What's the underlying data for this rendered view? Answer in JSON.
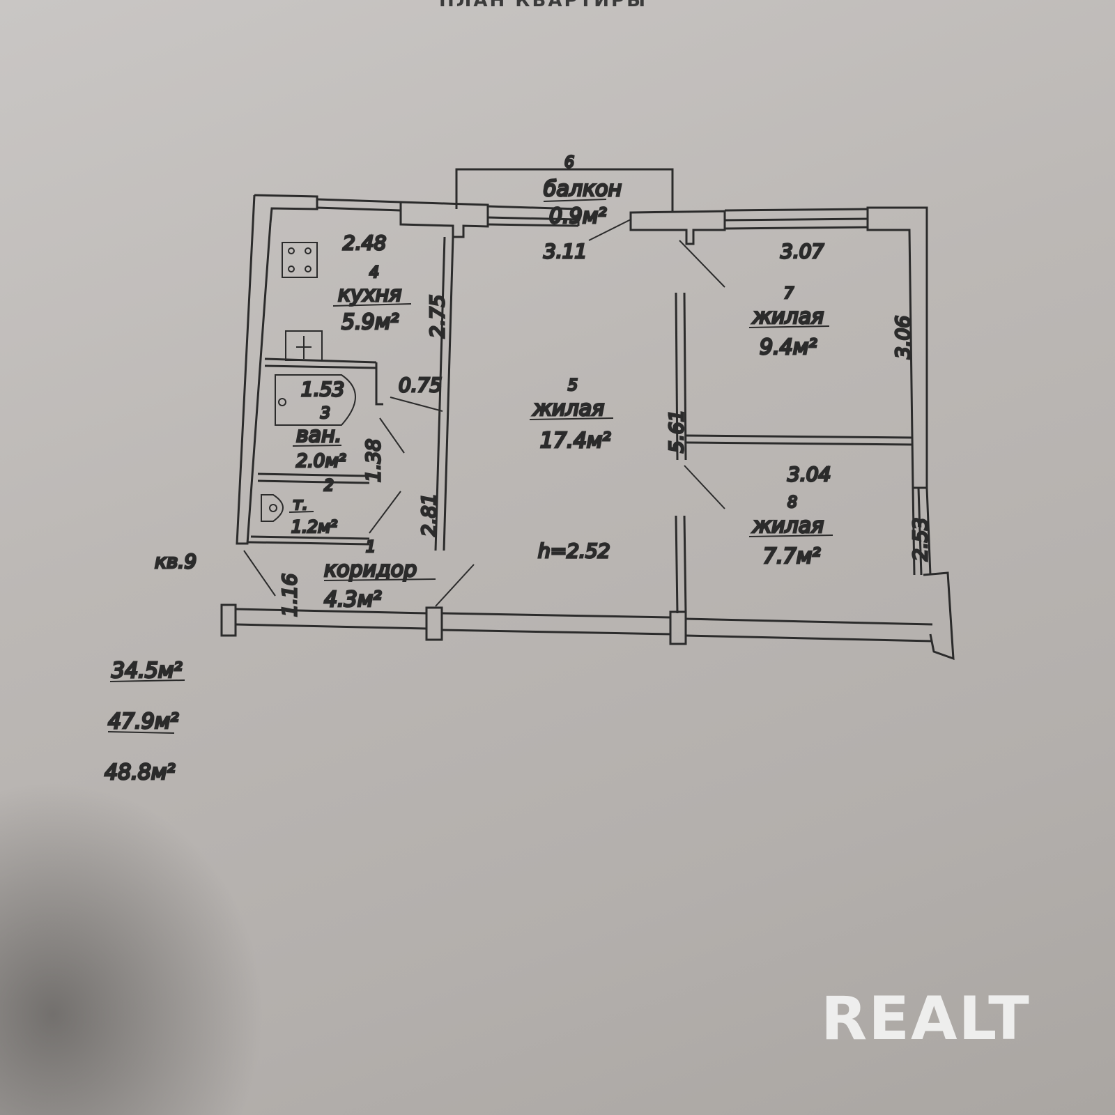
{
  "header": {
    "title": "ПЛАН КВАРТИРЫ"
  },
  "rooms": [
    {
      "num": "1",
      "name": "коридор",
      "area": "4.3м²"
    },
    {
      "num": "2",
      "name": "т.",
      "area": "1.2м²"
    },
    {
      "num": "3",
      "name": "ван.",
      "area": "2.0м²"
    },
    {
      "num": "4",
      "name": "кухня",
      "area": "5.9м²"
    },
    {
      "num": "5",
      "name": "жилая",
      "area": "17.4м²"
    },
    {
      "num": "6",
      "name": "балкон",
      "area": "0.9м²"
    },
    {
      "num": "7",
      "name": "жилая",
      "area": "9.4м²"
    },
    {
      "num": "8",
      "name": "жилая",
      "area": "7.7м²"
    }
  ],
  "dimensions": {
    "kitchen_width": "2.48",
    "kitchen_length": "2.75",
    "bath_width": "1.53",
    "bath_length": "1.38",
    "door_075": "0.75",
    "corridor_281": "2.81",
    "entry_116": "1.16",
    "room5_width": "3.11",
    "room5_length": "5.61",
    "room7_width": "3.07",
    "room7_length": "3.06",
    "room8_width": "3.04",
    "room8_length": "2.53",
    "ceiling_height": "h=2.52"
  },
  "apartment": "кв.9",
  "totals": {
    "living": "34.5м²",
    "total": "47.9м²",
    "with_balcony": "48.8м²"
  },
  "watermark": "REALT"
}
